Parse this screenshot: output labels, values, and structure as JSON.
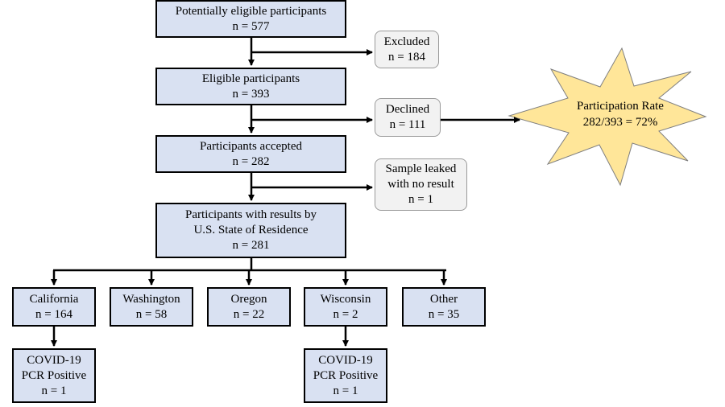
{
  "nodes": {
    "potentially_eligible": {
      "label": "Potentially eligible participants",
      "n": "n = 577"
    },
    "excluded": {
      "label": "Excluded",
      "n": "n = 184"
    },
    "eligible": {
      "label": "Eligible participants",
      "n": "n = 393"
    },
    "declined": {
      "label": "Declined",
      "n": "n = 111"
    },
    "accepted": {
      "label": "Participants accepted",
      "n": "n = 282"
    },
    "leaked": {
      "line1": "Sample leaked",
      "line2": "with no result",
      "n": "n = 1"
    },
    "with_results": {
      "line1": "Participants with results by",
      "line2": "U.S. State of Residence",
      "n": "n = 281"
    },
    "california": {
      "label": "California",
      "n": "n = 164"
    },
    "washington": {
      "label": "Washington",
      "n": "n = 58"
    },
    "oregon": {
      "label": "Oregon",
      "n": "n = 22"
    },
    "wisconsin": {
      "label": "Wisconsin",
      "n": "n = 2"
    },
    "other": {
      "label": "Other",
      "n": "n = 35"
    },
    "ca_positive": {
      "line1": "COVID-19",
      "line2": "PCR Positive",
      "n": "n = 1"
    },
    "wi_positive": {
      "line1": "COVID-19",
      "line2": "PCR Positive",
      "n": "n = 1"
    }
  },
  "participation": {
    "label": "Participation Rate",
    "value": "282/393 = 72%"
  },
  "colors": {
    "main_fill": "#d9e1f2",
    "side_fill": "#f2f2f2",
    "star_fill": "#ffe699",
    "line": "#000000"
  }
}
